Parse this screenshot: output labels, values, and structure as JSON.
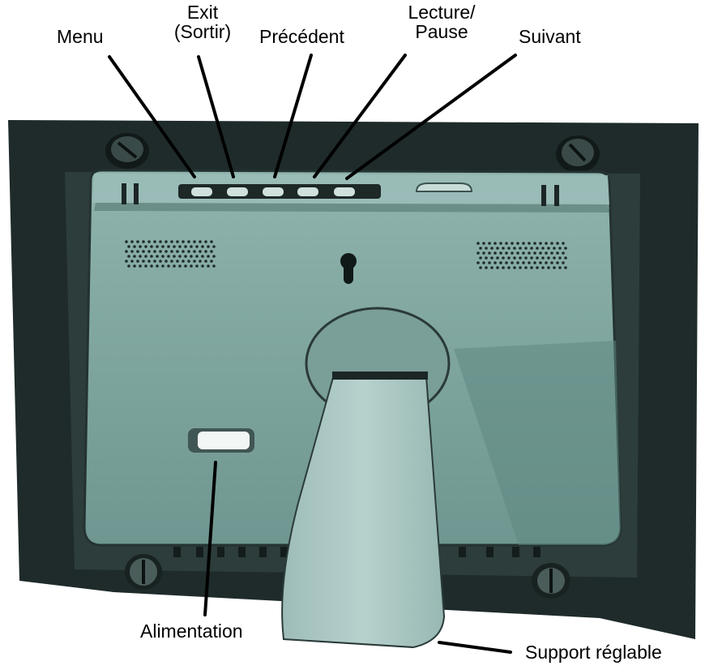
{
  "labels": {
    "menu": "Menu",
    "exit_line1": "Exit",
    "exit_line2": "(Sortir)",
    "precedent": "Précédent",
    "lecture_line1": "Lecture/",
    "lecture_line2": "Pause",
    "suivant": "Suivant",
    "alimentation": "Alimentation",
    "support": "Support réglable"
  },
  "colors": {
    "frame": "#1e2a2a",
    "back_panel": "#7ea59f",
    "back_panel_shade": "#5f8882",
    "stand": "#a9c6c2",
    "pointer": "#000000"
  }
}
